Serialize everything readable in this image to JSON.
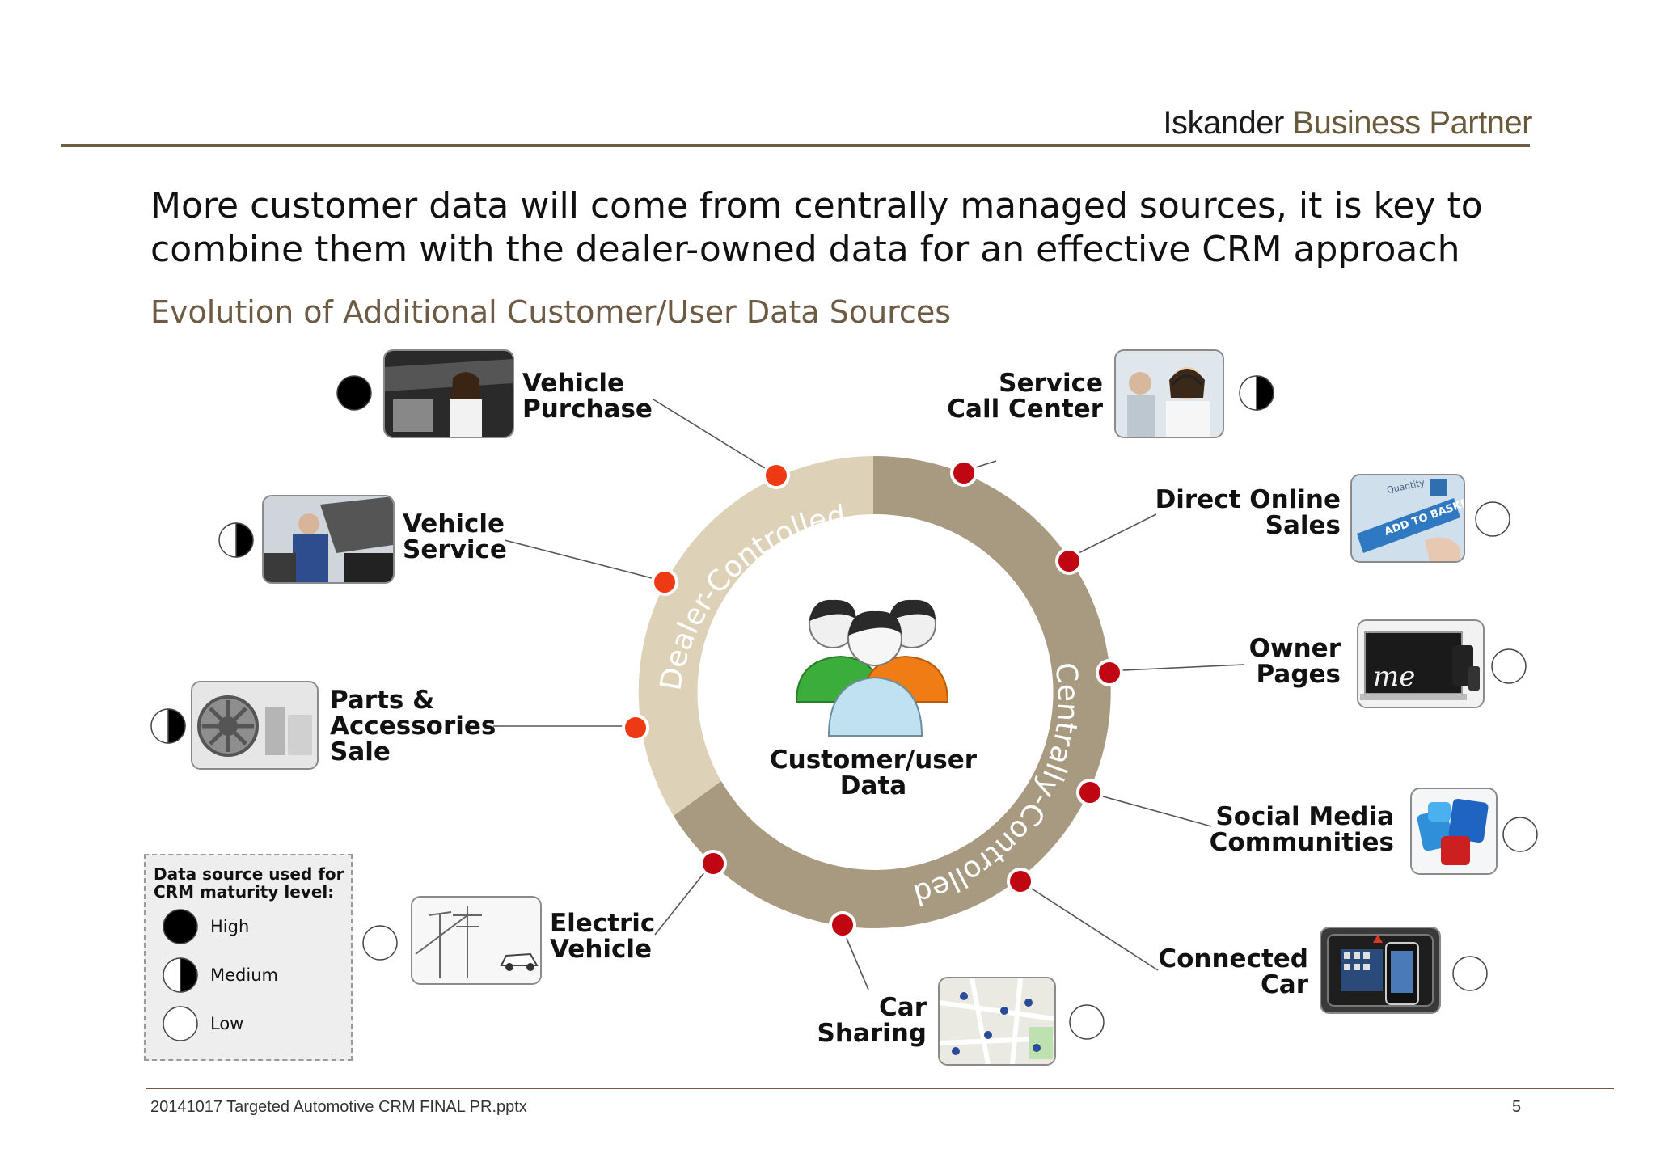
{
  "header": {
    "brand_first": "Iskander",
    "brand_second": "Business Partner",
    "title": "More customer data will come from centrally managed sources, it is key to\ncombine them with the dealer-owned data for an effective CRM approach",
    "subtitle": "Evolution of Additional Customer/User Data Sources"
  },
  "ring": {
    "dealer_label": "Dealer-Controlled",
    "central_label": "Centrally-Controlled",
    "center_label": "Customer/user\nData",
    "dealer_color": "#ddd2b8",
    "central_color": "#a89a80",
    "dealer_dot_color": "#ee3a12",
    "central_dot_color": "#c00612"
  },
  "sources": {
    "vehicle_purchase": {
      "label": "Vehicle\nPurchase",
      "level": "high"
    },
    "service_call_center": {
      "label": "Service\nCall Center",
      "level": "medium"
    },
    "vehicle_service": {
      "label": "Vehicle\nService",
      "level": "medium"
    },
    "direct_online_sales": {
      "label": "Direct Online\nSales",
      "level": "low"
    },
    "owner_pages": {
      "label": "Owner\nPages",
      "level": "low"
    },
    "parts_accessories": {
      "label": "Parts &\nAccessories\nSale",
      "level": "medium"
    },
    "social_media": {
      "label": "Social Media\nCommunities",
      "level": "low"
    },
    "electric_vehicle": {
      "label": "Electric\nVehicle",
      "level": "low"
    },
    "connected_car": {
      "label": "Connected\nCar",
      "level": "low"
    },
    "car_sharing": {
      "label": "Car\nSharing",
      "level": "low"
    }
  },
  "thumb_text": {
    "quantity": "Quantity",
    "add_to_basket": "ADD TO BASKET",
    "me": "me"
  },
  "legend": {
    "title": "Data source used for\nCRM maturity level:",
    "high": "High",
    "medium": "Medium",
    "low": "Low"
  },
  "footer": {
    "filename": "20141017 Targeted Automotive CRM FINAL PR.pptx",
    "page": "5"
  }
}
